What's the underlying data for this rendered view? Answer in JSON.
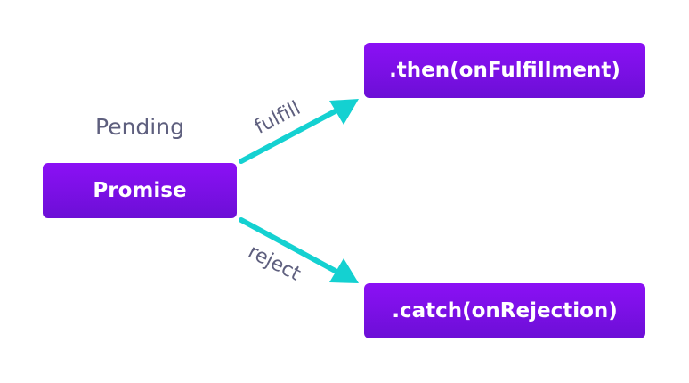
{
  "diagram": {
    "colors": {
      "node_fill_top": "#8b10f5",
      "node_fill_bottom": "#6c0fd6",
      "node_text": "#ffffff",
      "arrow": "#14d1d1",
      "label_text": "#5e5f7e"
    },
    "promise": {
      "state": "Pending",
      "label": "Promise"
    },
    "then_node": {
      "label": ".then(onFulfillment)"
    },
    "catch_node": {
      "label": ".catch(onRejection)"
    },
    "edges": {
      "fulfill": "fulfill",
      "reject": "reject"
    }
  }
}
